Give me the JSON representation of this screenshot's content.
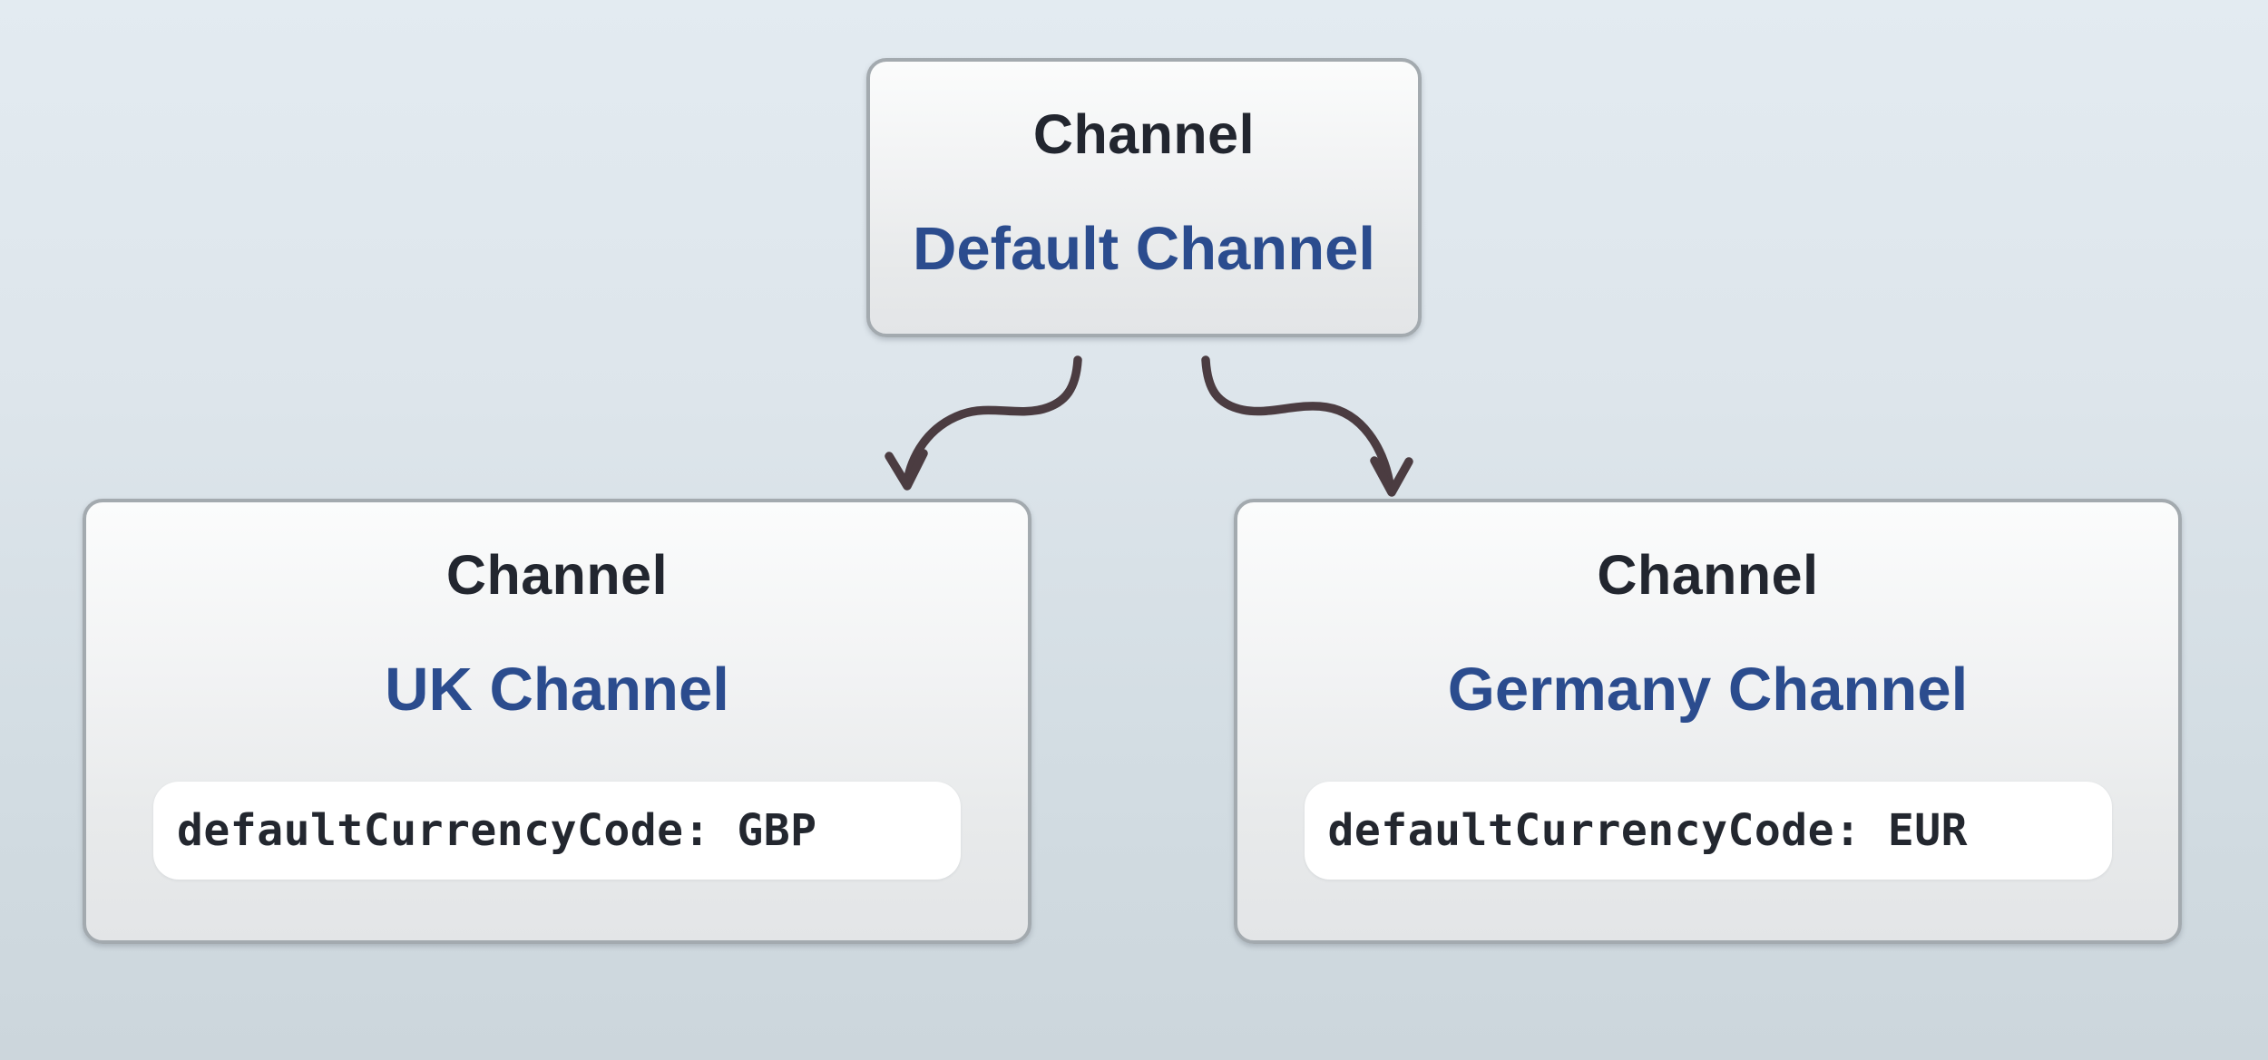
{
  "diagram": {
    "type": "flowchart",
    "nodes": [
      {
        "type_label": "Channel",
        "name": "Default Channel"
      },
      {
        "type_label": "Channel",
        "name": "UK Channel",
        "attribute": "defaultCurrencyCode: GBP"
      },
      {
        "type_label": "Channel",
        "name": "Germany Channel",
        "attribute": "defaultCurrencyCode: EUR"
      }
    ],
    "edges": [
      {
        "from": "Default Channel",
        "to": "UK Channel"
      },
      {
        "from": "Default Channel",
        "to": "Germany Channel"
      }
    ],
    "colors": {
      "node_type_text": "#22262f",
      "node_name_text": "#2b4c8e",
      "attribute_text": "#23272f",
      "attribute_pill_bg": "#ffffff",
      "node_border": "#a3aaaf",
      "arrow": "#4b3c41",
      "canvas_top": "#e3ebf1",
      "canvas_bottom": "#ccd6dc"
    }
  }
}
